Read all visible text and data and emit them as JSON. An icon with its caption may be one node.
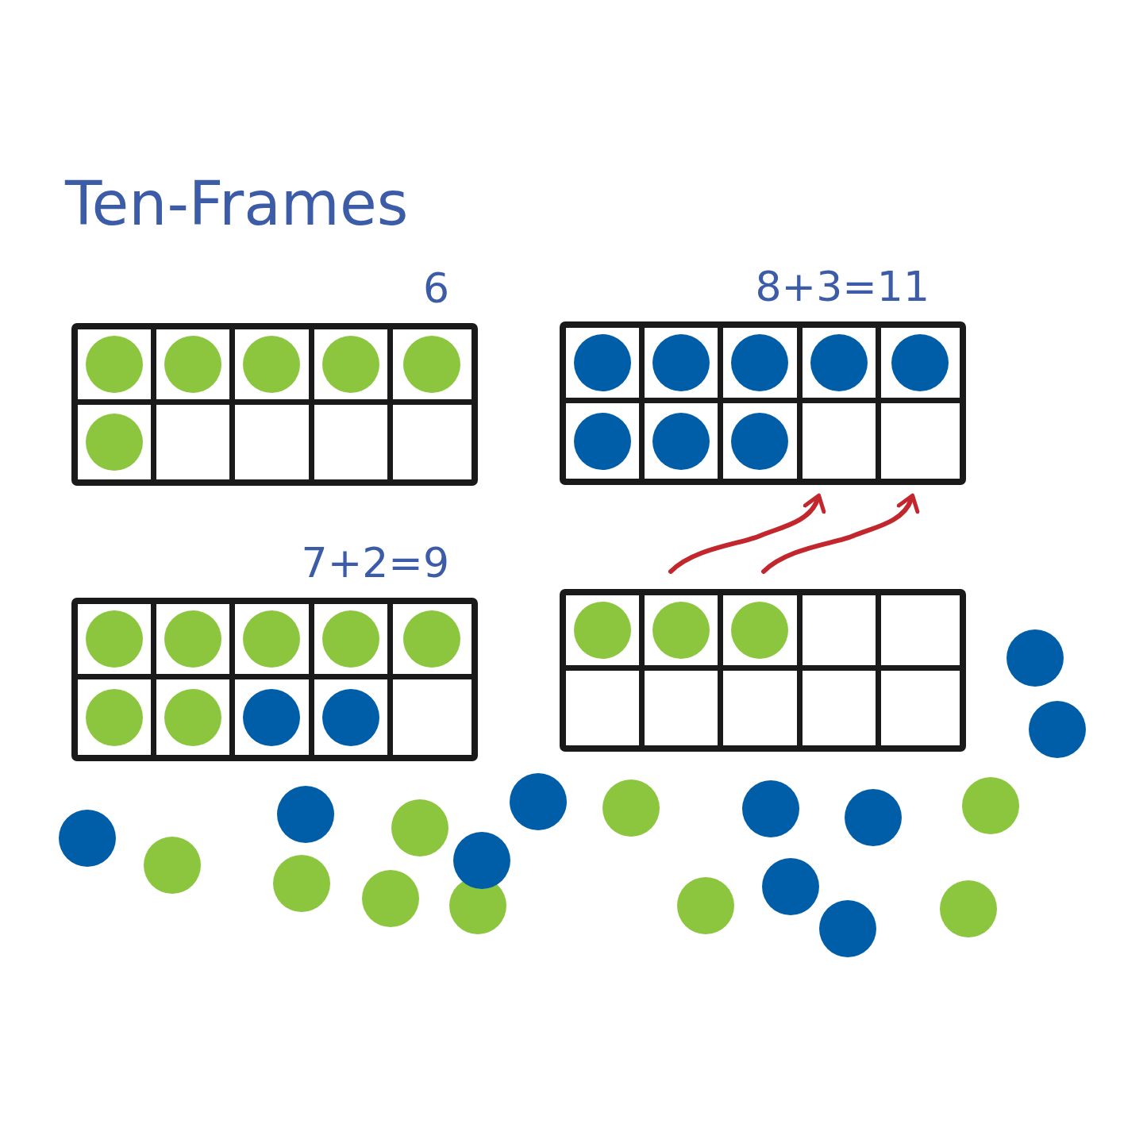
{
  "diagram": {
    "title": "Ten-Frames",
    "nodes": [
      {
        "text": [
          "6"
        ]
      },
      {
        "text": [
          "8+3=11"
        ]
      },
      {
        "text": [
          "7+2=9"
        ]
      },
      {
        "text": [],
        "shape": "box"
      }
    ],
    "edges": [
      {
        "from": 3,
        "to": 1,
        "arrow": "to",
        "color": "#c1272d"
      },
      {
        "from": 3,
        "to": 1,
        "arrow": "to",
        "color": "#c1272d"
      }
    ]
  }
}
